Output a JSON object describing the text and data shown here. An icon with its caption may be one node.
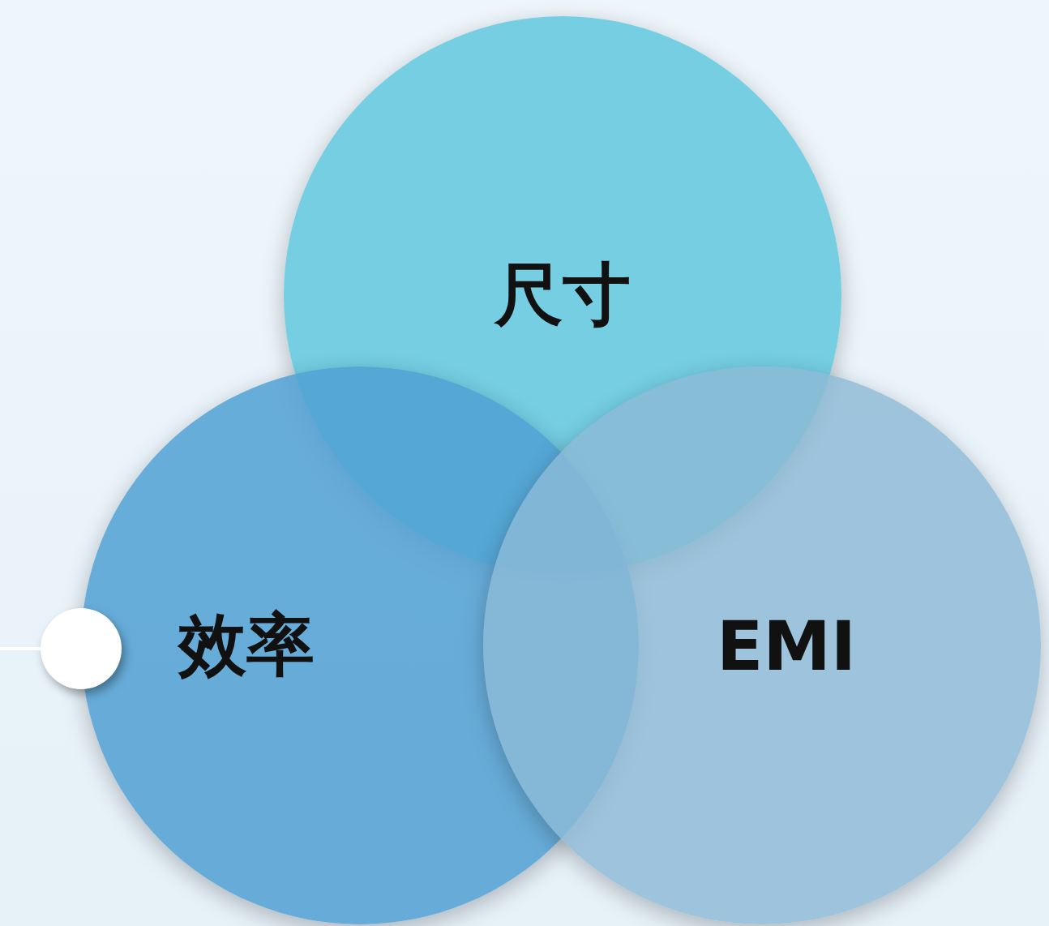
{
  "diagram": {
    "nodes": [
      {
        "text": [
          "尺寸"
        ]
      },
      {
        "text": [
          "效率"
        ]
      },
      {
        "text": [
          "EMI"
        ]
      },
      {
        "text": [],
        "shape": "circle"
      }
    ],
    "edges": [
      {
        "from": null,
        "to": 3,
        "arrow": "none"
      }
    ]
  }
}
